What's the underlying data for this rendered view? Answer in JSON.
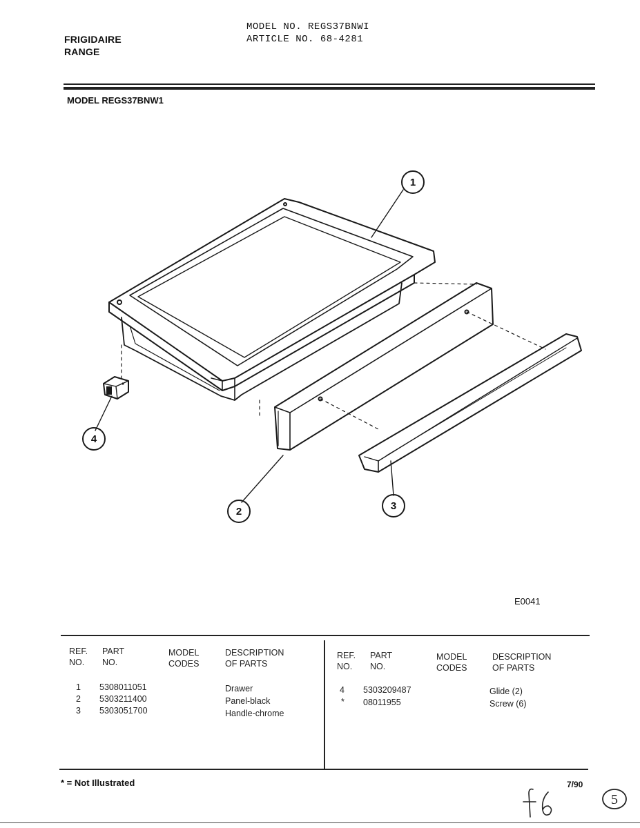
{
  "header": {
    "brand_line1": "FRIGIDAIRE",
    "brand_line2": "RANGE",
    "model_no_line": "MODEL NO. REGS37BNWI",
    "article_no_line": "ARTICLE NO. 68-4281",
    "section_title": "MODEL REGS37BNW1"
  },
  "diagram": {
    "callouts": [
      "1",
      "2",
      "3",
      "4"
    ],
    "drawing_code": "E0041"
  },
  "table": {
    "headers": {
      "ref_1": "REF.",
      "ref_2": "NO.",
      "part_1": "PART",
      "part_2": "NO.",
      "model_1": "MODEL",
      "model_2": "CODES",
      "desc_1": "DESCRIPTION",
      "desc_2": "OF PARTS"
    },
    "left_rows": [
      {
        "ref": "1",
        "part": "5308011051",
        "desc": "Drawer"
      },
      {
        "ref": "2",
        "part": "5303211400",
        "desc": "Panel-black"
      },
      {
        "ref": "3",
        "part": "5303051700",
        "desc": "Handle-chrome"
      }
    ],
    "right_rows": [
      {
        "ref": "4",
        "part": "5303209487",
        "desc": "Glide (2)"
      },
      {
        "ref": "*",
        "part": "08011955",
        "desc": "Screw (6)"
      }
    ]
  },
  "footer": {
    "footnote": "* = Not Illustrated",
    "date": "7/90",
    "handwritten_note": "f6",
    "circled_page": "5"
  }
}
